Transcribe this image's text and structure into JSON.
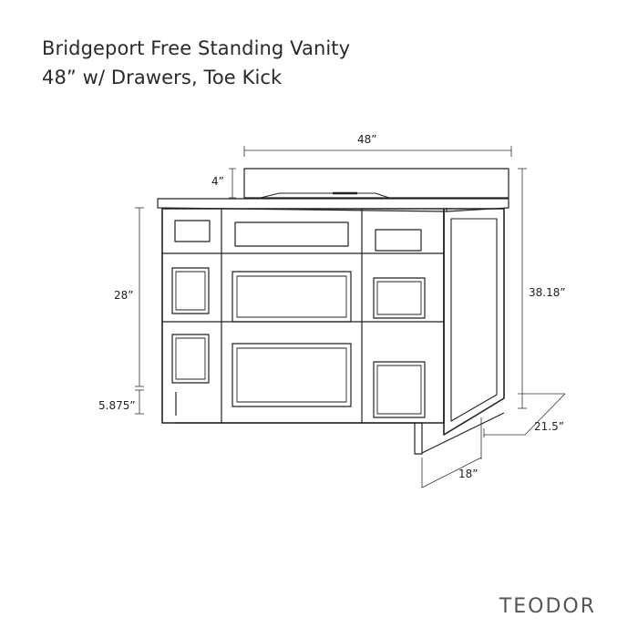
{
  "title_line1": "Bridgeport Free Standing Vanity",
  "title_line2": "48” w/ Drawers, Toe Kick",
  "dimensions": {
    "width": "48”",
    "backsplash": "4”",
    "cabinet_height": "28”",
    "toe_kick": "5.875”",
    "total_height": "38.18”",
    "top_depth": "21.5”",
    "cabinet_depth": "18”"
  },
  "brand": "TEODOR"
}
